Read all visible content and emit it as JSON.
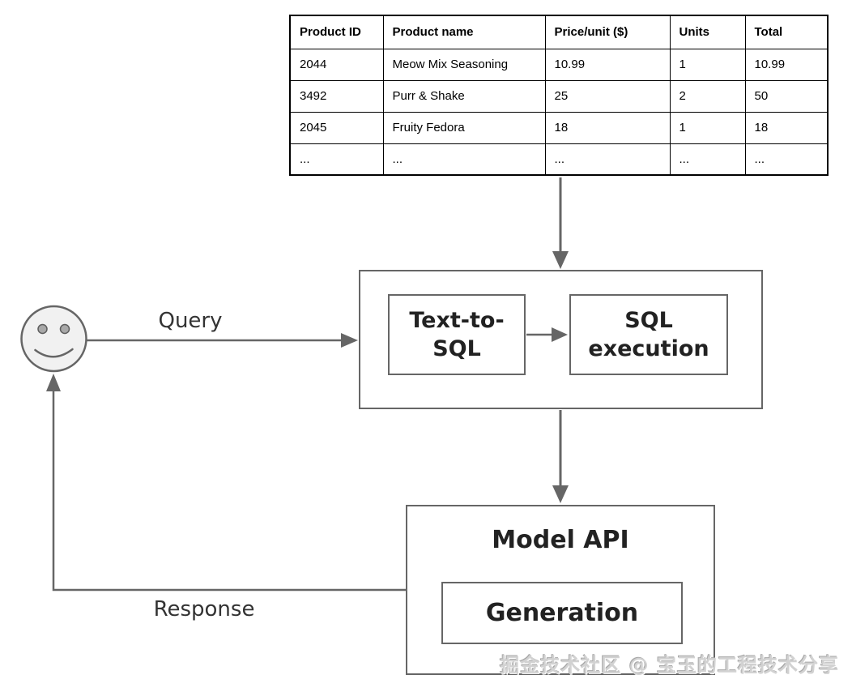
{
  "table": {
    "headers": [
      "Product ID",
      "Product name",
      "Price/unit ($)",
      "Units",
      "Total"
    ],
    "rows": [
      [
        "2044",
        "Meow Mix Seasoning",
        "10.99",
        "1",
        "10.99"
      ],
      [
        "3492",
        "Purr & Shake",
        "25",
        "2",
        "50"
      ],
      [
        "2045",
        "Fruity Fedora",
        "18",
        "1",
        "18"
      ],
      [
        "...",
        "...",
        "...",
        "...",
        "..."
      ]
    ]
  },
  "labels": {
    "query": "Query",
    "response": "Response"
  },
  "pipeline": {
    "text_to_sql": {
      "lines": [
        "Text-to-",
        "SQL"
      ]
    },
    "sql_execution": {
      "lines": [
        "SQL",
        "execution"
      ]
    }
  },
  "model_api": {
    "title": "Model API",
    "generation": "Generation"
  },
  "watermark": "掘金技术社区 @ 宝玉的工程技术分享",
  "colors": {
    "line": "#666666",
    "table_border": "#000000",
    "label_text": "#333333",
    "box_label_text": "#222222",
    "smiley_fill": "#f1f1f1",
    "smiley_eye": "#a8a8a8",
    "watermark": "#d2d2d2"
  },
  "icons": {
    "actor": "smiley-face"
  }
}
